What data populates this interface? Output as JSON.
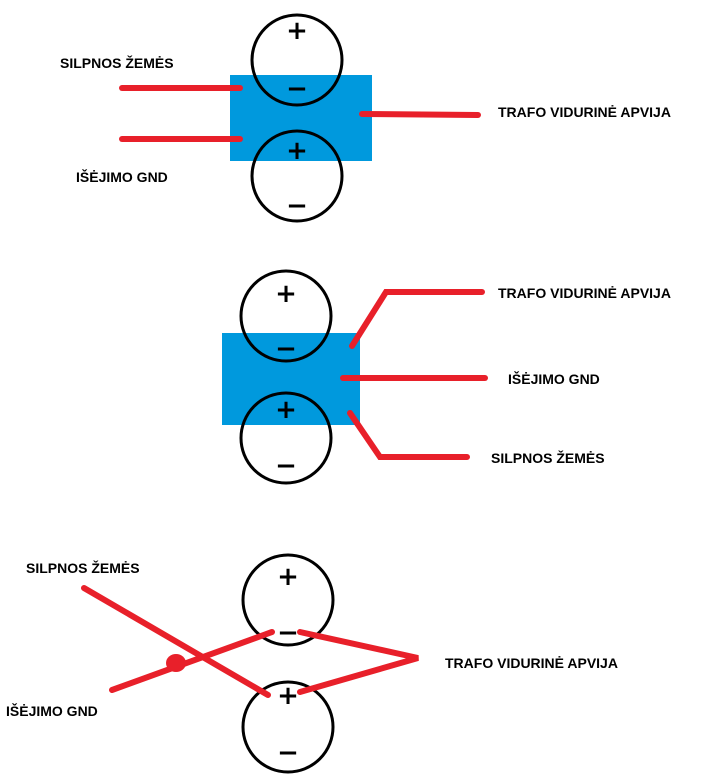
{
  "colors": {
    "background": "#ffffff",
    "wire": "#e8202a",
    "box": "#0099dd",
    "outline": "#000000"
  },
  "panels": [
    {
      "labels": {
        "silpnos": "SILPNOS ŽEMĖS",
        "isejimo": "IŠĖJIMO GND",
        "trafo": "TRAFO VIDURINĖ APVIJA"
      },
      "top_cap": {
        "top_sign": "+",
        "bottom_sign": "−"
      },
      "bottom_cap": {
        "top_sign": "+",
        "bottom_sign": "−"
      }
    },
    {
      "labels": {
        "trafo": "TRAFO VIDURINĖ APVIJA",
        "isejimo": "IŠĖJIMO GND",
        "silpnos": "SILPNOS ŽEMĖS"
      },
      "top_cap": {
        "top_sign": "+",
        "bottom_sign": "−"
      },
      "bottom_cap": {
        "top_sign": "+",
        "bottom_sign": "−"
      }
    },
    {
      "labels": {
        "silpnos": "SILPNOS ŽEMĖS",
        "isejimo": "IŠĖJIMO GND",
        "trafo": "TRAFO VIDURINĖ APVIJA"
      },
      "top_cap": {
        "top_sign": "+",
        "bottom_sign": "−"
      },
      "bottom_cap": {
        "top_sign": "+",
        "bottom_sign": "−"
      }
    }
  ]
}
